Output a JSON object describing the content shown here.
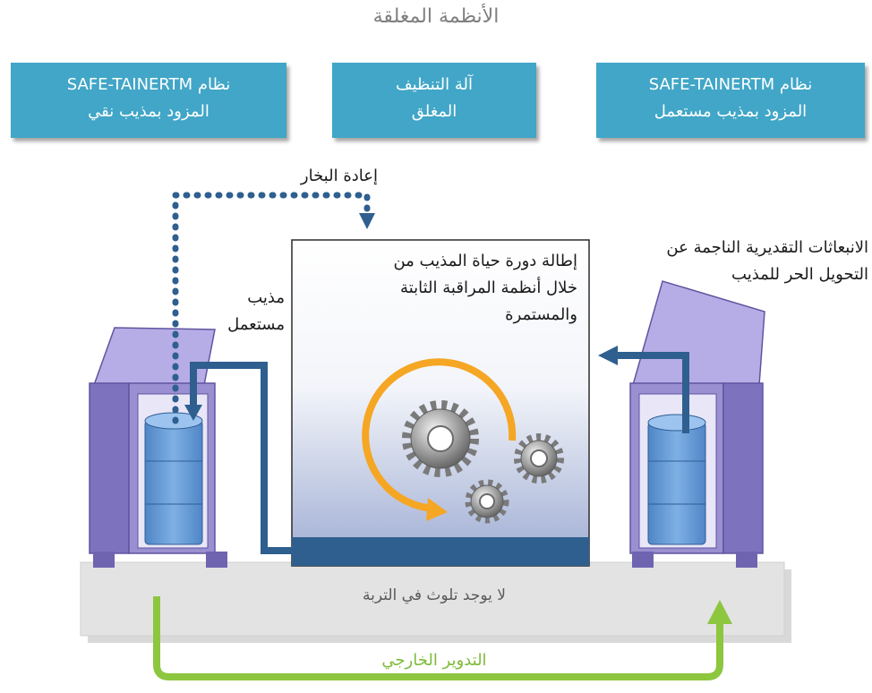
{
  "title": "الأنظمة المغلقة",
  "boxes": {
    "left": {
      "line1": "نظام SAFE-TAINERTM",
      "line2": "المزود بمذيب نقي"
    },
    "center": {
      "line1": "آلة التنظيف",
      "line2": "المغلق"
    },
    "right": {
      "line1": "نظام  SAFE-TAINERTM",
      "line2": "المزود بمذيب مستعمل"
    }
  },
  "labels": {
    "vapor_return": "إعادة البخار",
    "solvent_life": [
      "إطالة دورة حياة المذيب من",
      "خلال أنظمة المراقبة الثابتة",
      "والمستمرة"
    ],
    "used_solvent": [
      "مذيب",
      "مستعمل"
    ],
    "emissions": [
      "الانبعاثات التقديرية الناجمة عن",
      "التحويل الحر للمذيب"
    ],
    "no_soil": "لا يوجد تلوث في التربة",
    "external_recycling": "التدوير الخارجي"
  },
  "colors": {
    "box": "#41a6c7",
    "cabinet": "#9a8fd0",
    "pipe": "#2e5f8f",
    "vapor": "#2e5f8f",
    "cycle_arrow": "#f5a623",
    "recycle_arrow": "#8dc63f",
    "ground": "#e3e3e3"
  },
  "icons": [
    "gear-icon",
    "cycle-arrow-icon",
    "solvent-drum-icon"
  ]
}
